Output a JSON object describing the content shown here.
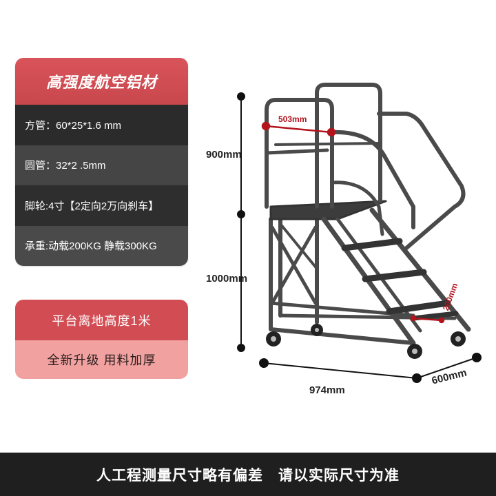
{
  "spec_panel": {
    "title": "高强度航空铝材",
    "rows": [
      "方管：60*25*1.6 mm",
      "圆管：32*2 .5mm",
      "脚轮:4寸【2定向2万向刹车】",
      "承重:动载200KG 静载300KG"
    ]
  },
  "feature_panel": {
    "platform_height": "平台离地高度1米",
    "upgrade": "全新升级 用料加厚"
  },
  "dimensions": {
    "rail_height": "900mm",
    "platform_height": "1000mm",
    "length": "974mm",
    "width": "600mm",
    "rail_width": "503mm",
    "step_depth": "200mm"
  },
  "footer": {
    "part1": "人工程测量尺寸略有偏差",
    "part2": "请以实际尺寸为准"
  },
  "colors": {
    "accent": "#d24d53",
    "accent_light": "#f1a2a0",
    "dark": "#2b2b2b",
    "dimension_red": "#b3141c"
  }
}
